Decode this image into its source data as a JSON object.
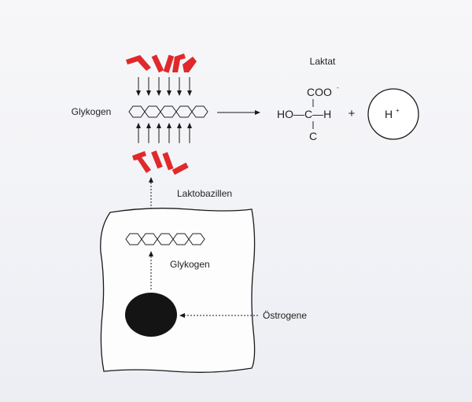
{
  "labels": {
    "glycogen_top": "Glykogen",
    "laktat_title": "Laktat",
    "coo": "COO",
    "coo_charge": "-",
    "ho_c_h": "HO—C—H",
    "c_bottom": "C",
    "plus": "+",
    "h_plus": "H",
    "h_charge": "+",
    "laktobazillen": "Laktobazillen",
    "glycogen_cell": "Glykogen",
    "oestrogene": "Östrogene"
  },
  "colors": {
    "bacteria": "#e0292b",
    "line": "#1a1a1a",
    "nucleus": "#141414"
  }
}
